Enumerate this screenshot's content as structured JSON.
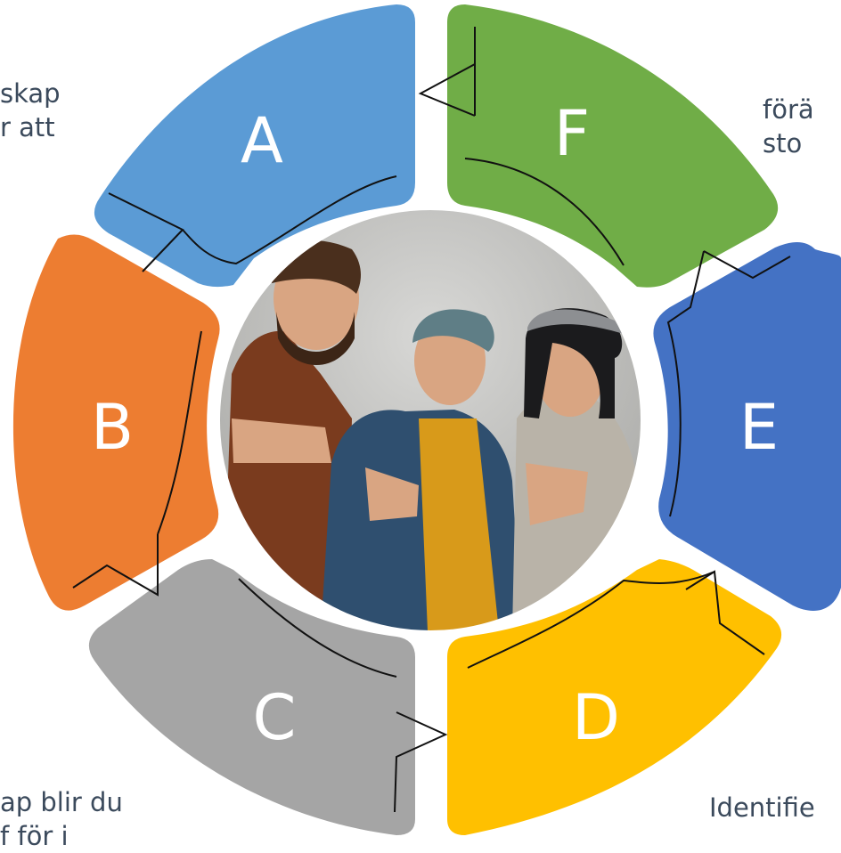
{
  "segments": [
    {
      "letter": "A",
      "color": "#5b9bd5"
    },
    {
      "letter": "F",
      "color": "#70ad47"
    },
    {
      "letter": "E",
      "color": "#4472c4"
    },
    {
      "letter": "D",
      "color": "#ffc000"
    },
    {
      "letter": "C",
      "color": "#a5a5a5"
    },
    {
      "letter": "B",
      "color": "#ed7d31"
    }
  ],
  "captions": {
    "top_left": "skap\nr att",
    "top_right": "förä\nsto",
    "bottom_left": "ap blir du\nf för i",
    "bottom_right": "Identifie"
  },
  "photo": {
    "description_icon": "group-photo-icon"
  }
}
